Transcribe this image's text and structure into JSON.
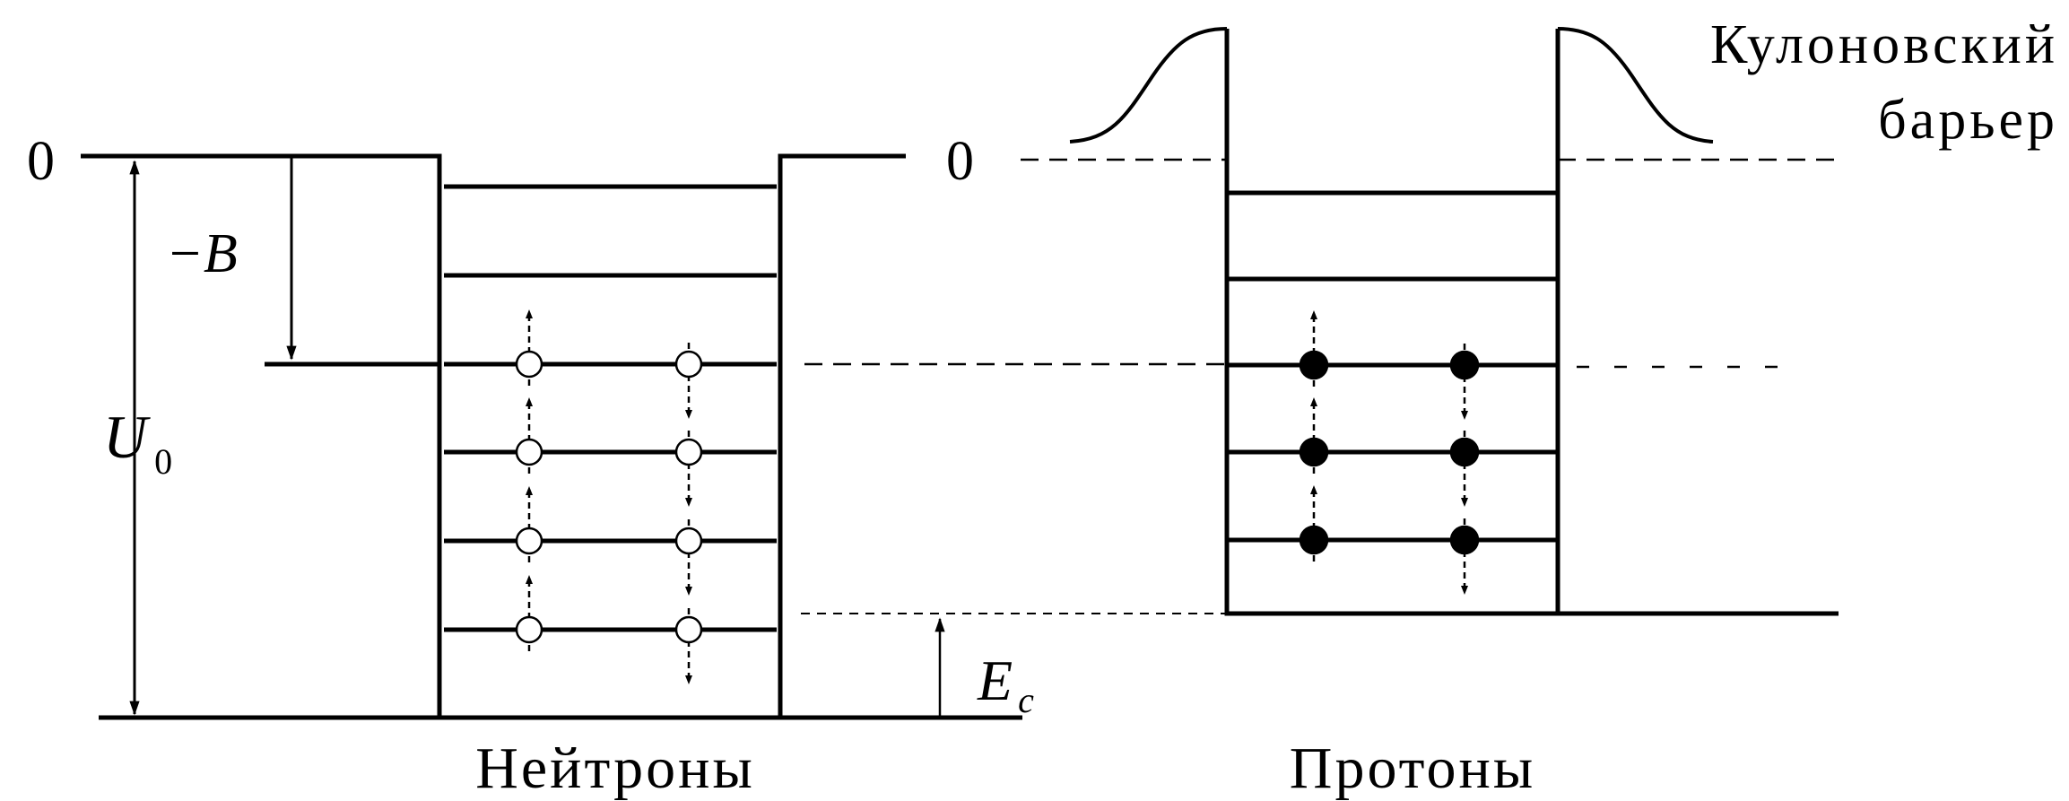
{
  "neutron_well": {
    "zero_label": "0",
    "binding_label": "−B",
    "depth_label": "U",
    "depth_subscript": "0",
    "caption": "Нейтроны"
  },
  "proton_well": {
    "zero_label": "0",
    "barrier_label_line1": "Кулоновский",
    "barrier_label_line2": "барьер",
    "caption": "Протоны"
  },
  "coulomb_energy": {
    "label": "E",
    "subscript": "c"
  }
}
